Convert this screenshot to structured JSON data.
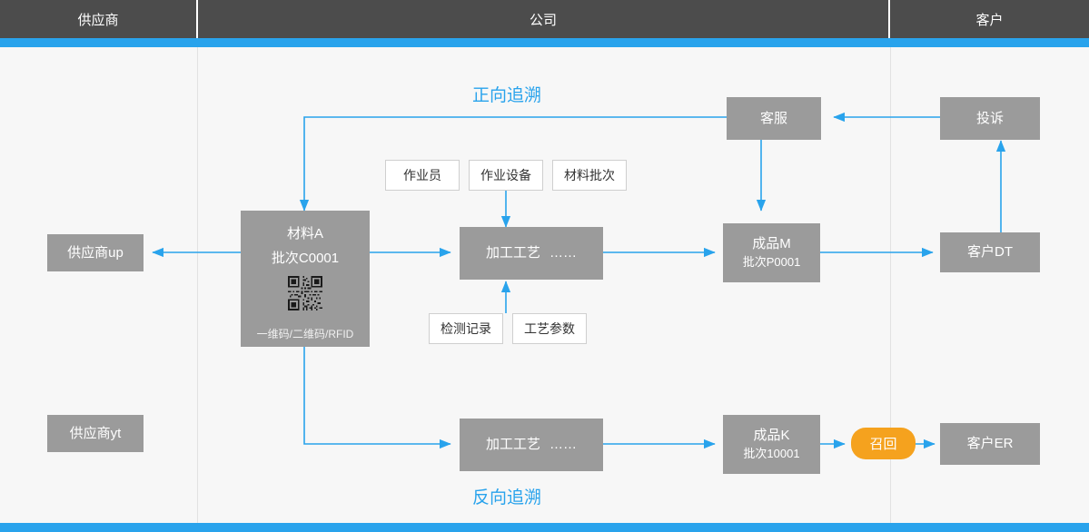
{
  "header": {
    "columns": [
      {
        "label": "供应商"
      },
      {
        "label": "公司"
      },
      {
        "label": "客户"
      }
    ]
  },
  "labels": {
    "forward": "正向追溯",
    "reverse": "反向追溯"
  },
  "nodes": {
    "supplier_up": {
      "label": "供应商up"
    },
    "supplier_yt": {
      "label": "供应商yt"
    },
    "material": {
      "title": "材料A",
      "batch": "批次C0001",
      "code_caption": "一维码/二维码/RFID",
      "qr_icon": "qr-code-icon"
    },
    "process_top": {
      "label": "加工工艺",
      "ellipsis": "……"
    },
    "process_bottom": {
      "label": "加工工艺",
      "ellipsis": "……"
    },
    "product_m": {
      "title": "成品M",
      "batch": "批次P0001"
    },
    "product_k": {
      "title": "成品K",
      "batch": "批次10001"
    },
    "customer_service": {
      "label": "客服"
    },
    "complaint": {
      "label": "投诉"
    },
    "customer_dt": {
      "label": "客户DT"
    },
    "customer_er": {
      "label": "客户ER"
    },
    "recall": {
      "label": "召回"
    }
  },
  "attributes": {
    "operator": "作业员",
    "equipment": "作业设备",
    "material_batch": "材料批次",
    "inspection_record": "检测记录",
    "process_params": "工艺参数"
  },
  "colors": {
    "accent": "#29a3ec",
    "node_gray": "#9b9b9b",
    "header_gray": "#4c4c4c",
    "recall_orange": "#f5a21e",
    "canvas": "#f7f7f7"
  }
}
